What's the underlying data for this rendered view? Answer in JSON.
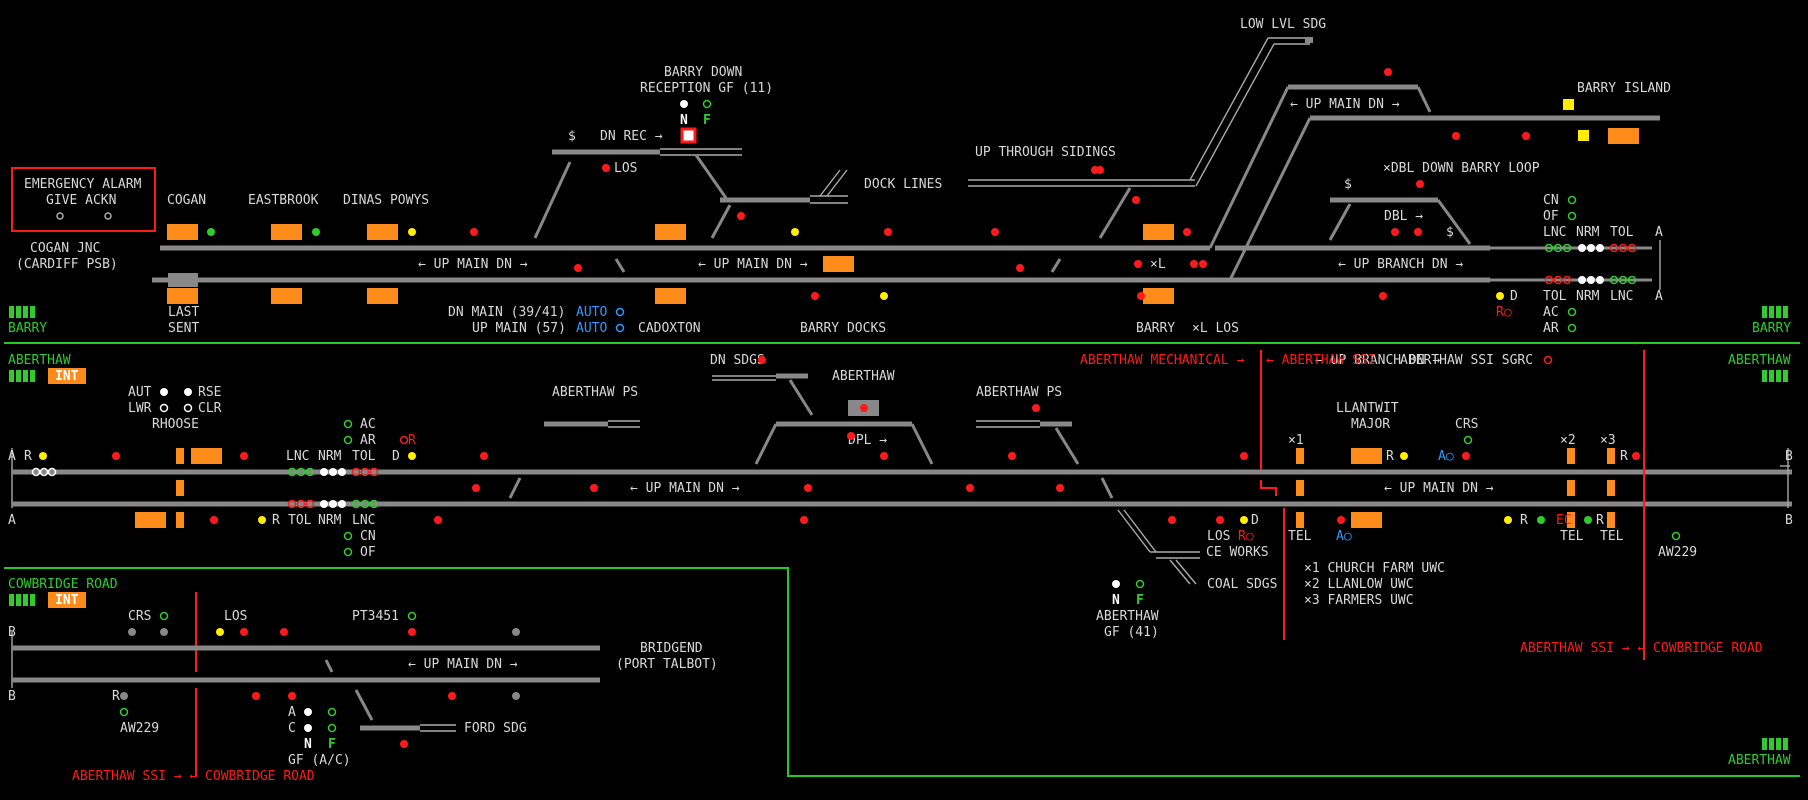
{
  "colors": {
    "background": "#000000",
    "track": "#888888",
    "berth": "#ff8c1a",
    "signal_red": "#ff1a1a",
    "signal_yellow": "#ffee00",
    "green": "#2ecc2e",
    "blue": "#2a9aff",
    "red_text": "#ff1a1a"
  },
  "alarm": {
    "line1": "EMERGENCY ALARM",
    "line2": "GIVE ACKN"
  },
  "top": {
    "cogan_jnc": "COGAN JNC",
    "cardiff_psb": "(CARDIFF PSB)",
    "cogan": "COGAN",
    "eastbrook": "EASTBROOK",
    "dinas_powys": "DINAS POWYS",
    "barry_down_1": "BARRY DOWN",
    "barry_down_2": "RECEPTION GF (11)",
    "n": "N",
    "f": "F",
    "dollar": "$",
    "dn_rec": "DN REC →",
    "los": "LOS",
    "dock_lines": "DOCK LINES",
    "up_through": "UP THROUGH SIDINGS",
    "low_lvl": "LOW LVL SDG",
    "up_main_dn": "← UP MAIN DN →",
    "barry_island": "BARRY ISLAND",
    "dbl_loop": "×DBL DOWN BARRY LOOP",
    "dbl": "DBL →",
    "cn": "CN",
    "of": "OF",
    "lnc": "LNC",
    "nrm": "NRM",
    "tol": "TOL",
    "a": "A",
    "up_branch_dn": "← UP BRANCH DN →",
    "ac": "AC",
    "ar": "AR",
    "d": "D",
    "ro": "R○",
    "last": "LAST",
    "sent": "SENT",
    "dn_main": "DN MAIN (39/41)",
    "up_main": "UP MAIN (57)",
    "auto": "AUTO",
    "cadoxton": "CADOXTON",
    "barry_docks": "BARRY DOCKS",
    "barry": "BARRY",
    "xl_los": "×L LOS",
    "xl": "×L",
    "barry_left": "BARRY",
    "barry_right": "BARRY"
  },
  "mid": {
    "aberthaw_left": "ABERTHAW",
    "aberthaw_right": "ABERTHAW",
    "int": "INT",
    "aut": "AUT",
    "rse": "RSE",
    "lwr": "LWR",
    "clr": "CLR",
    "rhoose": "RHOOSE",
    "ac": "AC",
    "ar": "AR",
    "r": "R",
    "d": "D",
    "lnc": "LNC",
    "nrm": "NRM",
    "tol": "TOL",
    "cn": "CN",
    "of": "OF",
    "aberthaw_ps1": "ABERTHAW PS",
    "aberthaw_ps2": "ABERTHAW PS",
    "dn_sdgs": "DN SDGS",
    "aberthaw": "ABERTHAW",
    "dpl": "DPL →",
    "up_main_dn": "← UP MAIN DN →",
    "mech": "ABERTHAW MECHANICAL →",
    "ssi": "← ABERTHAW SSI",
    "ssi_sgrc": "ABERTHAW SSI SGRC",
    "llantwit1": "LLANTWIT",
    "llantwit2": "MAJOR",
    "crs": "CRS",
    "x1": "×1",
    "x2": "×2",
    "x3": "×3",
    "los": "LOS",
    "ro": "R○",
    "tel": "TEL",
    "ao": "A○",
    "ce_works": "CE WORKS",
    "coal_sdgs": "COAL SDGS",
    "aw229": "AW229",
    "ab_gf1": "ABERTHAW",
    "ab_gf2": "GF (41)",
    "n": "N",
    "f": "F",
    "uwc1": "×1 CHURCH FARM UWC",
    "uwc2": "×2 LLANLOW UWC",
    "uwc3": "×3 FARMERS UWC",
    "ssi_cow": "ABERTHAW SSI → ← COWBRIDGE ROAD",
    "a": "A",
    "b": "B",
    "ec": "EC",
    "r2": "R"
  },
  "bot": {
    "cowbridge": "COWBRIDGE ROAD",
    "int": "INT",
    "crs": "CRS",
    "los": "LOS",
    "pt3451": "PT3451",
    "bridgend1": "BRIDGEND",
    "bridgend2": "(PORT TALBOT)",
    "up_main_dn": "← UP MAIN DN →",
    "aw229": "AW229",
    "ford": "FORD SDG",
    "a": "A",
    "c": "C",
    "n": "N",
    "f": "F",
    "gf": "GF (A/C)",
    "ssi_cow": "ABERTHAW SSI → ← COWBRIDGE ROAD",
    "aberthaw": "ABERTHAW",
    "b": "B",
    "r": "R"
  }
}
